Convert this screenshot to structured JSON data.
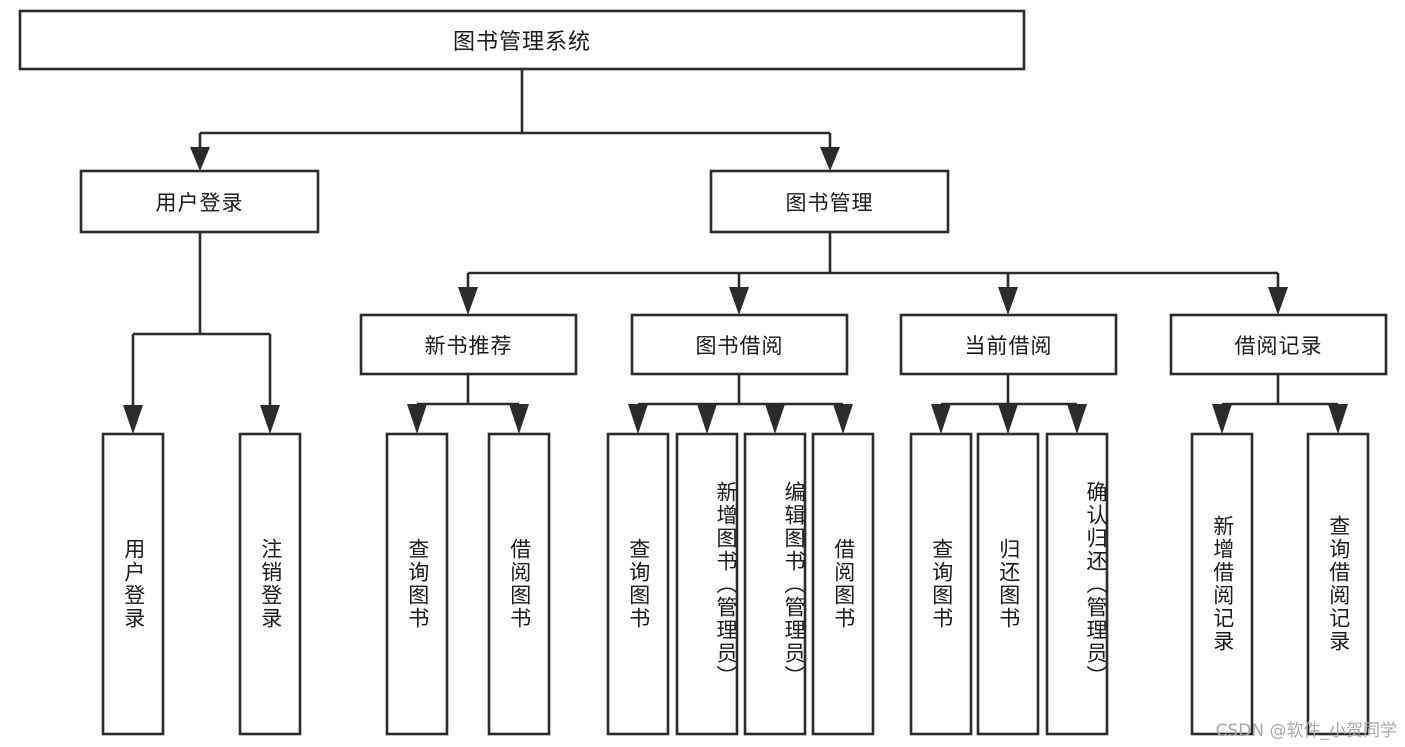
{
  "diagram": {
    "title": "图书管理系统",
    "type": "tree-hierarchy-chart",
    "watermark": "CSDN @软件_小贺同学",
    "colors": {
      "stroke": "#2b2b2b",
      "box_fill": "#ffffff",
      "text": "#1a1a1a",
      "background": "#ffffff",
      "watermark": "#a9a9a9"
    },
    "root": {
      "label": "图书管理系统"
    },
    "level2": [
      {
        "label": "用户登录"
      },
      {
        "label": "图书管理"
      }
    ],
    "level3": [
      {
        "label": "新书推荐"
      },
      {
        "label": "图书借阅"
      },
      {
        "label": "当前借阅"
      },
      {
        "label": "借阅记录"
      }
    ],
    "leaves": {
      "user_login": [
        {
          "label": "用户登录"
        },
        {
          "label": "注销登录"
        }
      ],
      "new_book_recommend": [
        {
          "label": "查询图书"
        },
        {
          "label": "借阅图书"
        }
      ],
      "book_borrow": [
        {
          "label": "查询图书"
        },
        {
          "label": "新增图书（管理员）"
        },
        {
          "label": "编辑图书（管理员）"
        },
        {
          "label": "借阅图书"
        }
      ],
      "current_borrow": [
        {
          "label": "查询图书"
        },
        {
          "label": "归还图书"
        },
        {
          "label": "确认归还（管理员）"
        }
      ],
      "borrow_record": [
        {
          "label": "新增借阅记录"
        },
        {
          "label": "查询借阅记录"
        }
      ]
    }
  }
}
